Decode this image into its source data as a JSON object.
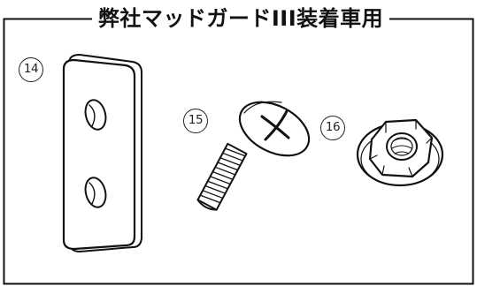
{
  "heading": "弊社マッドガードIII装着車用",
  "parts": [
    {
      "number": "⑭",
      "name": "plate"
    },
    {
      "number": "⑮",
      "name": "screw"
    },
    {
      "number": "⑯",
      "name": "flange-nut"
    }
  ]
}
